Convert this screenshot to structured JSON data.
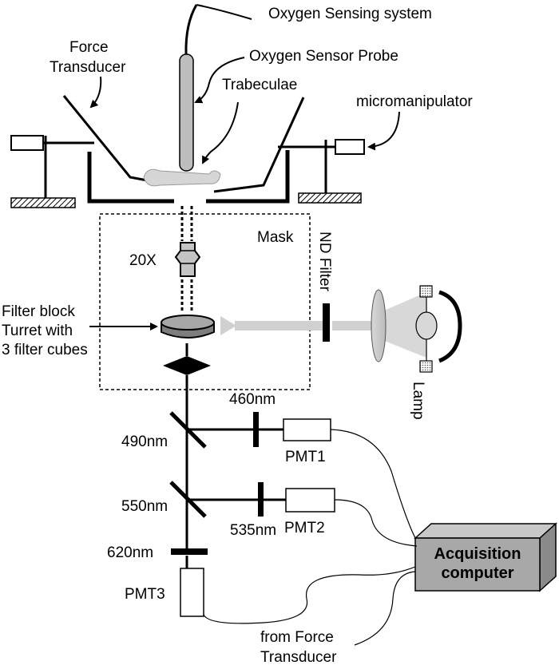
{
  "labels": {
    "oxygen_system": "Oxygen Sensing system",
    "force_transducer_1": "Force",
    "force_transducer_2": "Transducer",
    "oxygen_probe": "Oxygen Sensor Probe",
    "trabeculae": "Trabeculae",
    "micromanipulator": "micromanipulator",
    "mask": "Mask",
    "nd_filter": "ND Filter",
    "objective": "20X",
    "filter_block_1": "Filter block",
    "filter_block_2": "Turret with",
    "filter_block_3": "3 filter cubes",
    "lamp": "Lamp",
    "filter_460": "460nm",
    "dichroic_490": "490nm",
    "pmt1": "PMT1",
    "dichroic_550": "550nm",
    "filter_535": "535nm",
    "pmt2": "PMT2",
    "filter_620": "620nm",
    "pmt3": "PMT3",
    "computer_1": "Acquisition",
    "computer_2": "computer",
    "from_force_1": "from Force",
    "from_force_2": "Transducer"
  },
  "colors": {
    "line": "#000000",
    "probe_gray": "#bdbdbd",
    "light_path": "#d0d0d0",
    "computer_front": "#a8a8a8",
    "computer_top": "#c8c8c8",
    "computer_side": "#8a8a8a"
  }
}
